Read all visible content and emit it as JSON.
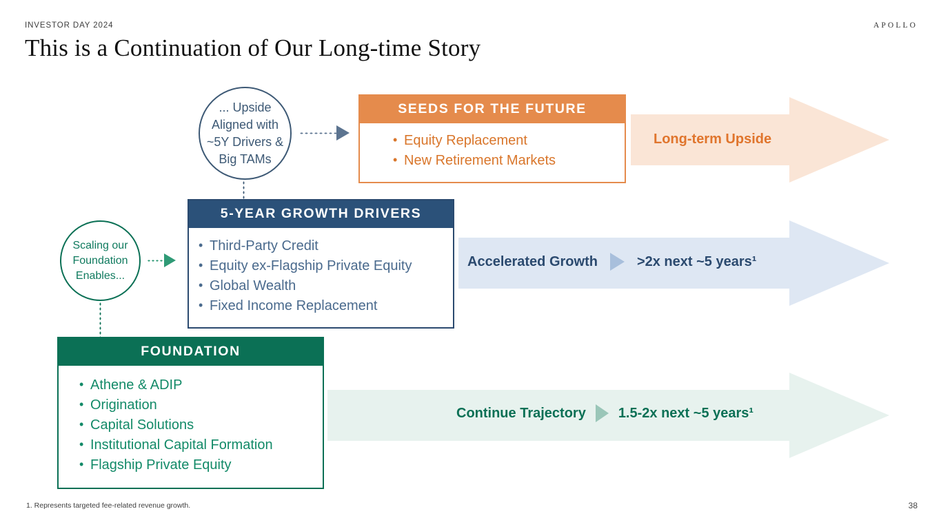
{
  "header": {
    "eyebrow": "INVESTOR DAY 2024",
    "brand": "APOLLO",
    "title": "This is a Continuation of Our Long-time Story"
  },
  "circles": {
    "upside": {
      "line1": "... Upside",
      "line2": "Aligned with",
      "line3": "~5Y Drivers &",
      "line4": "Big TAMs"
    },
    "scaling": {
      "line1": "Scaling our",
      "line2": "Foundation",
      "line3": "Enables..."
    }
  },
  "panels": {
    "seeds": {
      "title": "SEEDS FOR THE FUTURE",
      "items": [
        "Equity Replacement",
        "New Retirement Markets"
      ],
      "accent": "#e58b4c"
    },
    "drivers": {
      "title": "5-YEAR GROWTH DRIVERS",
      "items": [
        "Third-Party Credit",
        "Equity ex-Flagship Private Equity",
        "Global Wealth",
        "Fixed Income Replacement"
      ],
      "accent": "#2b5179"
    },
    "foundation": {
      "title": "FOUNDATION",
      "items": [
        "Athene & ADIP",
        "Origination",
        "Capital Solutions",
        "Institutional Capital Formation",
        "Flagship Private Equity"
      ],
      "accent": "#0b7055"
    }
  },
  "bands": {
    "upside": {
      "label": "Long-term Upside",
      "value": "",
      "fill": "#fae5d6",
      "text": "#e0752d"
    },
    "accelerated": {
      "label": "Accelerated Growth",
      "value": ">2x next ~5 years¹",
      "fill": "#dee7f3",
      "text": "#2b4a6f"
    },
    "trajectory": {
      "label": "Continue Trajectory",
      "value": "1.5-2x next ~5 years¹",
      "fill": "#e7f2ee",
      "text": "#0b7055"
    }
  },
  "footer": {
    "footnote": "1. Represents targeted fee-related revenue growth.",
    "page": "38"
  }
}
